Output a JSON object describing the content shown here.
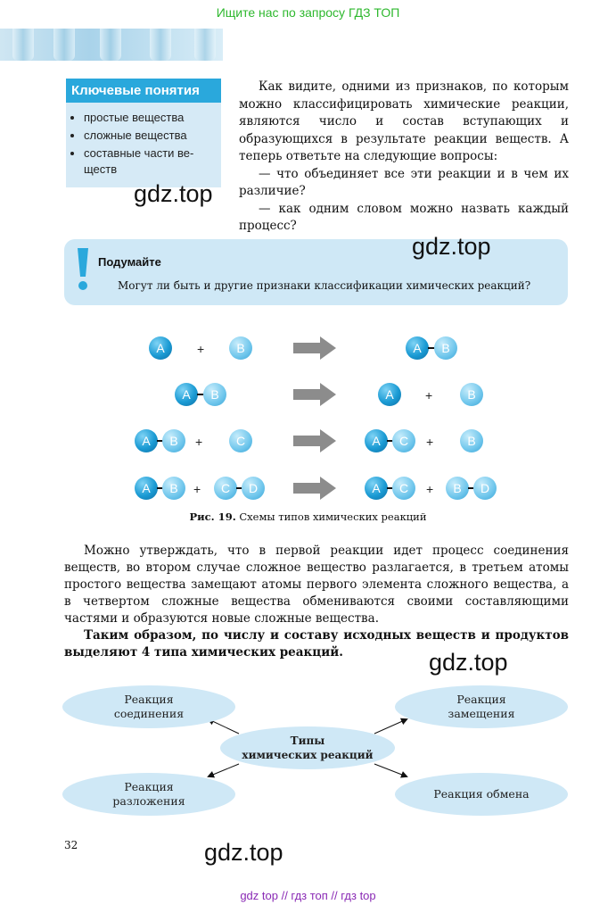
{
  "top_banner": "Ищите нас по запросу ГДЗ ТОП",
  "key_concepts": {
    "title": "Ключевые понятия",
    "items": [
      "простые вещества",
      "сложные вещества",
      "составные части ве-\nществ"
    ]
  },
  "intro": {
    "p1": "Как видите, одними из признаков, по которым можно классифицировать химические реакции, являются число и состав вступающих и образующихся в результате реакции веществ. А теперь ответьте на следующие вопросы:",
    "p2": "— что объединяет все эти реакции и в чем их различие?",
    "p3": "— как одним словом можно назвать каждый процесс?"
  },
  "watermarks": {
    "w1": "gdz.top",
    "w2": "gdz.top",
    "w3": "gdz.top",
    "w4": "gdz.top"
  },
  "think": {
    "title": "Подумайте",
    "question": "Могут ли быть и другие признаки классификации химических реакций?"
  },
  "scheme": {
    "atoms": {
      "a": "A",
      "b": "B",
      "c": "C",
      "d": "D"
    },
    "plus": "+"
  },
  "caption": {
    "label": "Рис. 19.",
    "text": "Схемы типов химических реакций"
  },
  "body": {
    "p1": "Можно утверждать, что в первой реакции идет процесс соединения веществ, во втором случае сложное вещество разлагается, в третьем атомы простого вещества замещают атомы первого элемента сложного вещества, а в четвертом сложные вещества обмениваются своими составляющими частями и образуются новые сложные вещества.",
    "p2_start": "Таким образом, ",
    "p2_bold": "по числу и составу исходных веществ и продуктов выделяют 4 типа химических реакций."
  },
  "diagram": {
    "center": "Типы\nхимических реакций",
    "top_left": "Реакция\nсоединения",
    "top_right": "Реакция\nзамещения",
    "bottom_left": "Реакция\nразложения",
    "bottom_right": "Реакция обмена"
  },
  "page_number": "32",
  "footer": "gdz top // гдз топ // гдз top"
}
